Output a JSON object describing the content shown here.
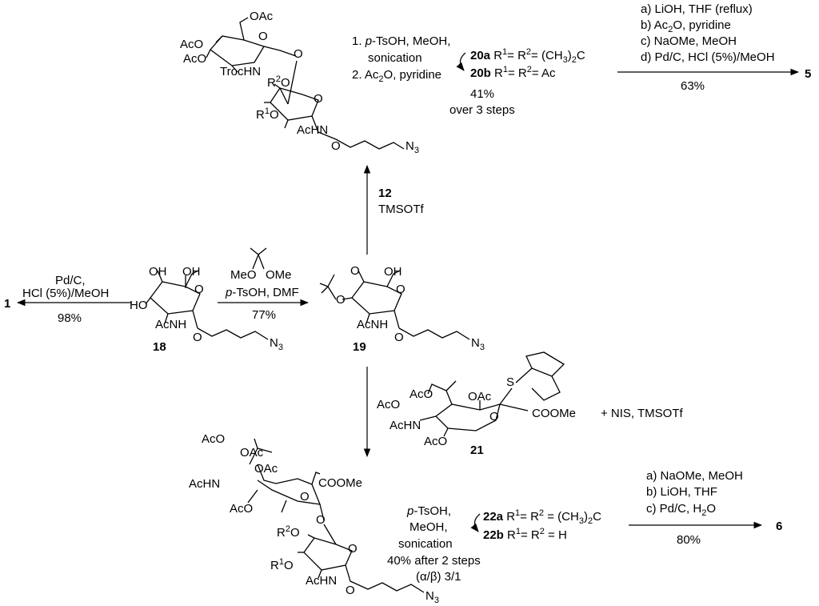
{
  "compounds": {
    "c1": "1",
    "c5": "5",
    "c6": "6",
    "c12": "12",
    "c18": "18",
    "c19": "19",
    "c21": "21",
    "c20a": "20a",
    "c20b": "20b",
    "c22a": "22a",
    "c22b": "22b"
  },
  "atoms": {
    "oh": "OH",
    "ho": "HO",
    "o": "O",
    "ooh": "O",
    "ac_nh": "AcNH",
    "hn_ac": "AcHN",
    "oac": "OAc",
    "aco": "AcO",
    "trochn": "TrocHN",
    "n3": "N",
    "n3_sub": "3",
    "r1o": "R",
    "r2o": "R",
    "sup1": "1",
    "sup2": "2",
    "coome": "COOMe",
    "s": "S",
    "meo": "MeO",
    "ome": "OMe"
  },
  "top_reaction": {
    "step1": "1.",
    "step1_text": "p-TsOH, MeOH,",
    "step1_text2": "sonication",
    "step2": "2. Ac",
    "step2_tail": "O, pyridine",
    "label_20a": "R",
    "label_20a_rest": "= (CH",
    "label_20a_tail": ")",
    "label_20a_end": "C",
    "label_20b_rest": "= Ac",
    "yield": "41%",
    "yield_note": "over 3 steps"
  },
  "right_top_conditions": {
    "a": "a) LiOH, THF (reflux)",
    "b": "b) Ac",
    "b_tail": "O, pyridine",
    "c": "c) NaOMe, MeOH",
    "d": "d) Pd/C, HCl (5%)/MeOH",
    "yield": "63%"
  },
  "vertical_up": {
    "reagent": "12",
    "reagent2": "TMSOTf"
  },
  "left_reaction": {
    "line1": "Pd/C,",
    "line2": "HCl (5%)/MeOH",
    "yield": "98%"
  },
  "middle_reaction": {
    "line1": "p-TsOH, DMF",
    "yield": "77%"
  },
  "sialyl_reaction": {
    "reagent": "+ NIS, TMSOTf"
  },
  "bottom_reaction": {
    "line1": "p-TsOH,",
    "line2": "MeOH,",
    "line3": "sonication",
    "yield": "40% after 2 steps",
    "ratio": "(α/β) 3/1",
    "label_22a_rest": "= (CH",
    "label_22b_rest": "= H"
  },
  "right_bottom_conditions": {
    "a": "a) NaOMe, MeOH",
    "b": "b) LiOH, THF",
    "c": "c) Pd/C, H",
    "c_tail": "O",
    "yield": "80%"
  }
}
